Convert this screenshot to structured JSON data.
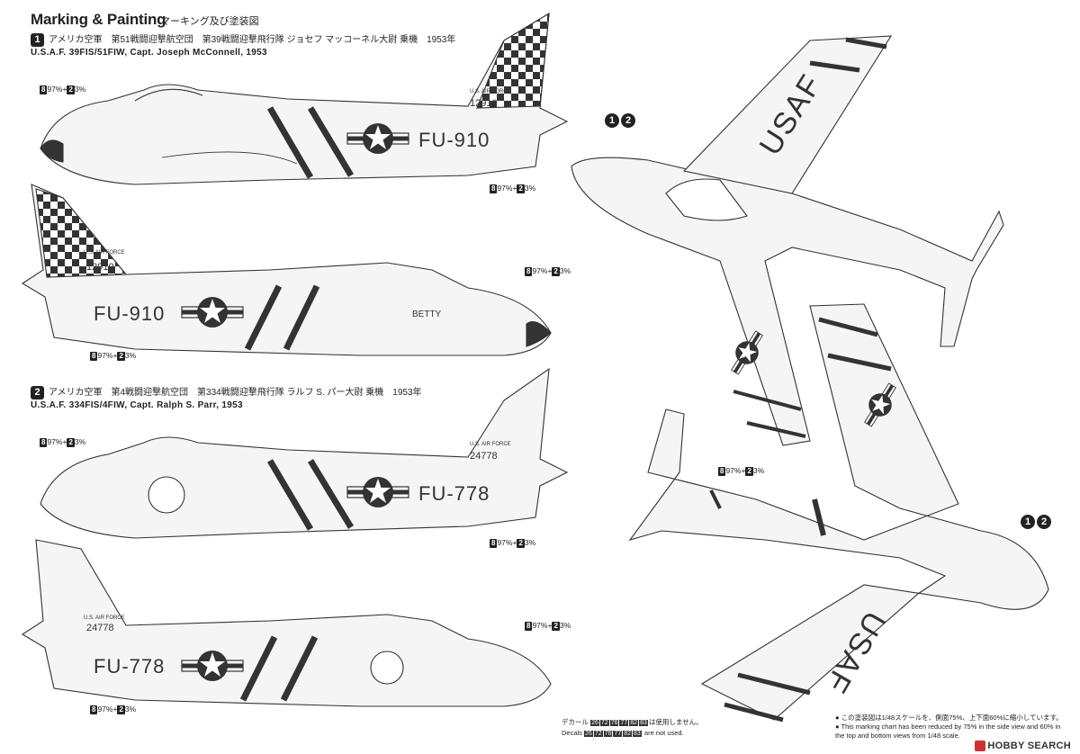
{
  "header": {
    "title": "Marking & Painting",
    "title_jp": "マーキング及び塗装図"
  },
  "versions": [
    {
      "num": "1",
      "jp": "アメリカ空軍　第51戦闘迎撃航空団　第39戦闘迎撃飛行隊 ジョセフ マッコーネル大尉 乗機　1953年",
      "en": "U.S.A.F. 39FIS/51FIW, Capt. Joseph McConnell, 1953",
      "buzz": "FU-910",
      "serial": "12910",
      "nose_name": "BETTY"
    },
    {
      "num": "2",
      "jp": "アメリカ空軍　第4戦闘迎撃航空団　第334戦闘迎撃飛行隊 ラルフ S. パー大尉 乗機　1953年",
      "en": "U.S.A.F. 334FIS/4FIW, Capt. Ralph S. Parr, 1953",
      "buzz": "FU-778",
      "serial": "24778"
    }
  ],
  "fin_text": "U.S. AIR FORCE",
  "wing_text": "USAF",
  "badges": [
    "1",
    "2"
  ],
  "paint_mix": {
    "a": "8",
    "a_pct": "97%",
    "plus": "+",
    "b": "2",
    "b_pct": "3%"
  },
  "scale_note": {
    "jp": "この塗装図は1/48スケールを、側面75%、上下面60%に縮小しています。",
    "en": "This marking chart has been reduced by 75% in the side view and 60% in the top and bottom views from 1/48 scale."
  },
  "decals": {
    "jp_suffix": "は使用しません。",
    "en_prefix": "Decals",
    "en_suffix": "are not used.",
    "numbers": [
      "26",
      "72",
      "76",
      "77",
      "82",
      "83"
    ]
  },
  "watermark": "HOBBY SEARCH",
  "colors": {
    "line": "#333333",
    "stripe": "#3a3a3a",
    "panel": "#f3f3f3"
  }
}
